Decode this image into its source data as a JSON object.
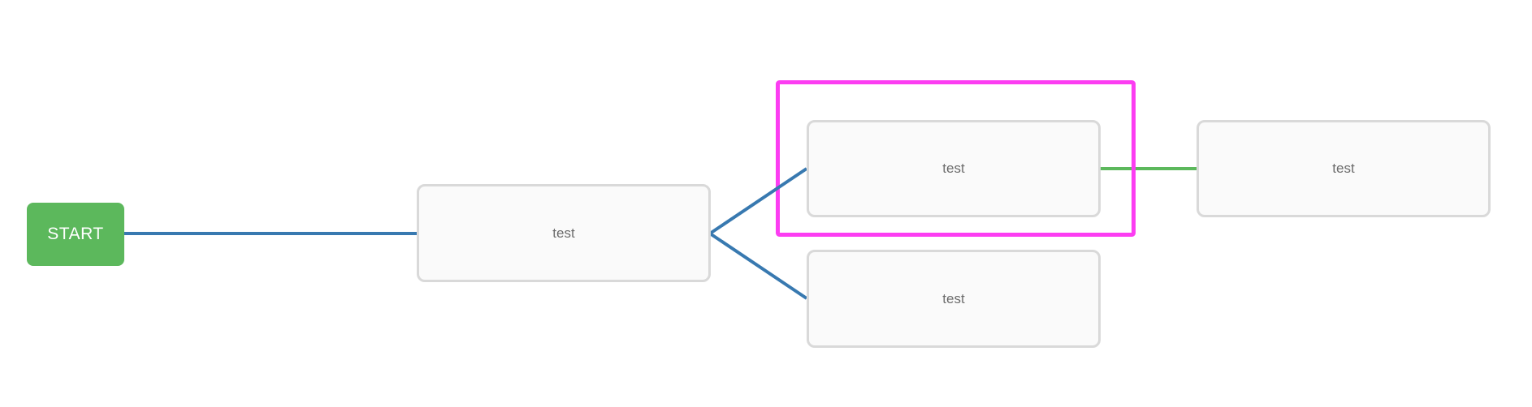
{
  "diagram": {
    "start_node": {
      "label": "START",
      "color": "#5cb85c"
    },
    "nodes": [
      {
        "id": "node-mid",
        "label": "test"
      },
      {
        "id": "node-top",
        "label": "test"
      },
      {
        "id": "node-bottom",
        "label": "test"
      },
      {
        "id": "node-right",
        "label": "test"
      }
    ],
    "connectors": [
      {
        "from": "start",
        "to": "node-mid",
        "color": "#3879b0"
      },
      {
        "from": "node-mid",
        "to": "node-top",
        "color": "#3879b0"
      },
      {
        "from": "node-mid",
        "to": "node-bottom",
        "color": "#3879b0"
      },
      {
        "from": "node-top",
        "to": "node-right",
        "color": "#5cb85c"
      }
    ],
    "selection_highlight": {
      "target": "node-top",
      "color": "#fc3df2"
    },
    "colors": {
      "node_background": "#fafafa",
      "node_border": "#d9d9d9",
      "node_text": "#6b6b6b",
      "start_text": "#ffffff"
    }
  }
}
